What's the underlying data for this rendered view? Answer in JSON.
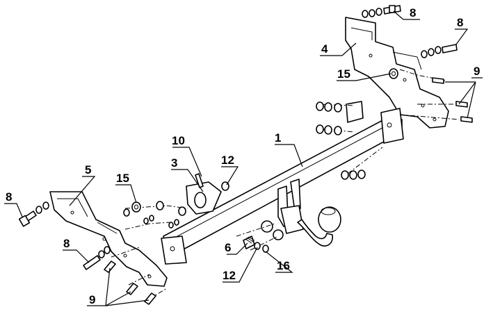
{
  "diagram": {
    "labels": {
      "p1": "1",
      "p3": "3",
      "p4": "4",
      "p5": "5",
      "p6": "6",
      "p8a": "8",
      "p8b": "8",
      "p8c": "8",
      "p8d": "8",
      "p9a": "9",
      "p9b": "9",
      "p10": "10",
      "p12a": "12",
      "p12b": "12",
      "p15a": "15",
      "p15b": "15",
      "p16": "16"
    },
    "colors": {
      "line": "#000000",
      "background": "#ffffff"
    }
  }
}
